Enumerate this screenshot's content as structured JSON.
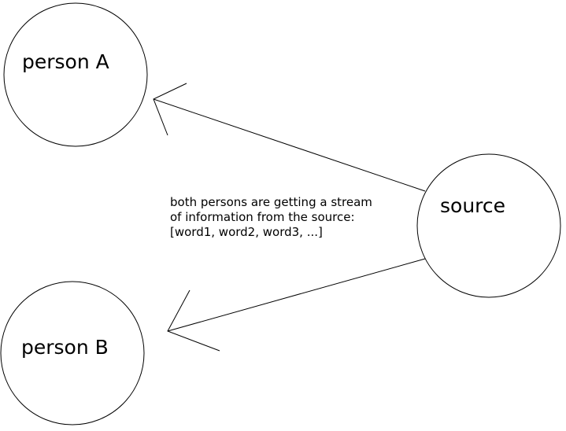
{
  "nodes": {
    "person_a": {
      "label": "person A"
    },
    "person_b": {
      "label": "person B"
    },
    "source": {
      "label": "source"
    }
  },
  "edges": [
    {
      "from": "source",
      "to": "person_a"
    },
    {
      "from": "source",
      "to": "person_b"
    }
  ],
  "note": {
    "lines": [
      "both persons are getting a stream",
      "of information from the source:",
      "[word1, word2, word3, ...]"
    ]
  },
  "colors": {
    "stroke": "#000000",
    "background": "#ffffff"
  }
}
